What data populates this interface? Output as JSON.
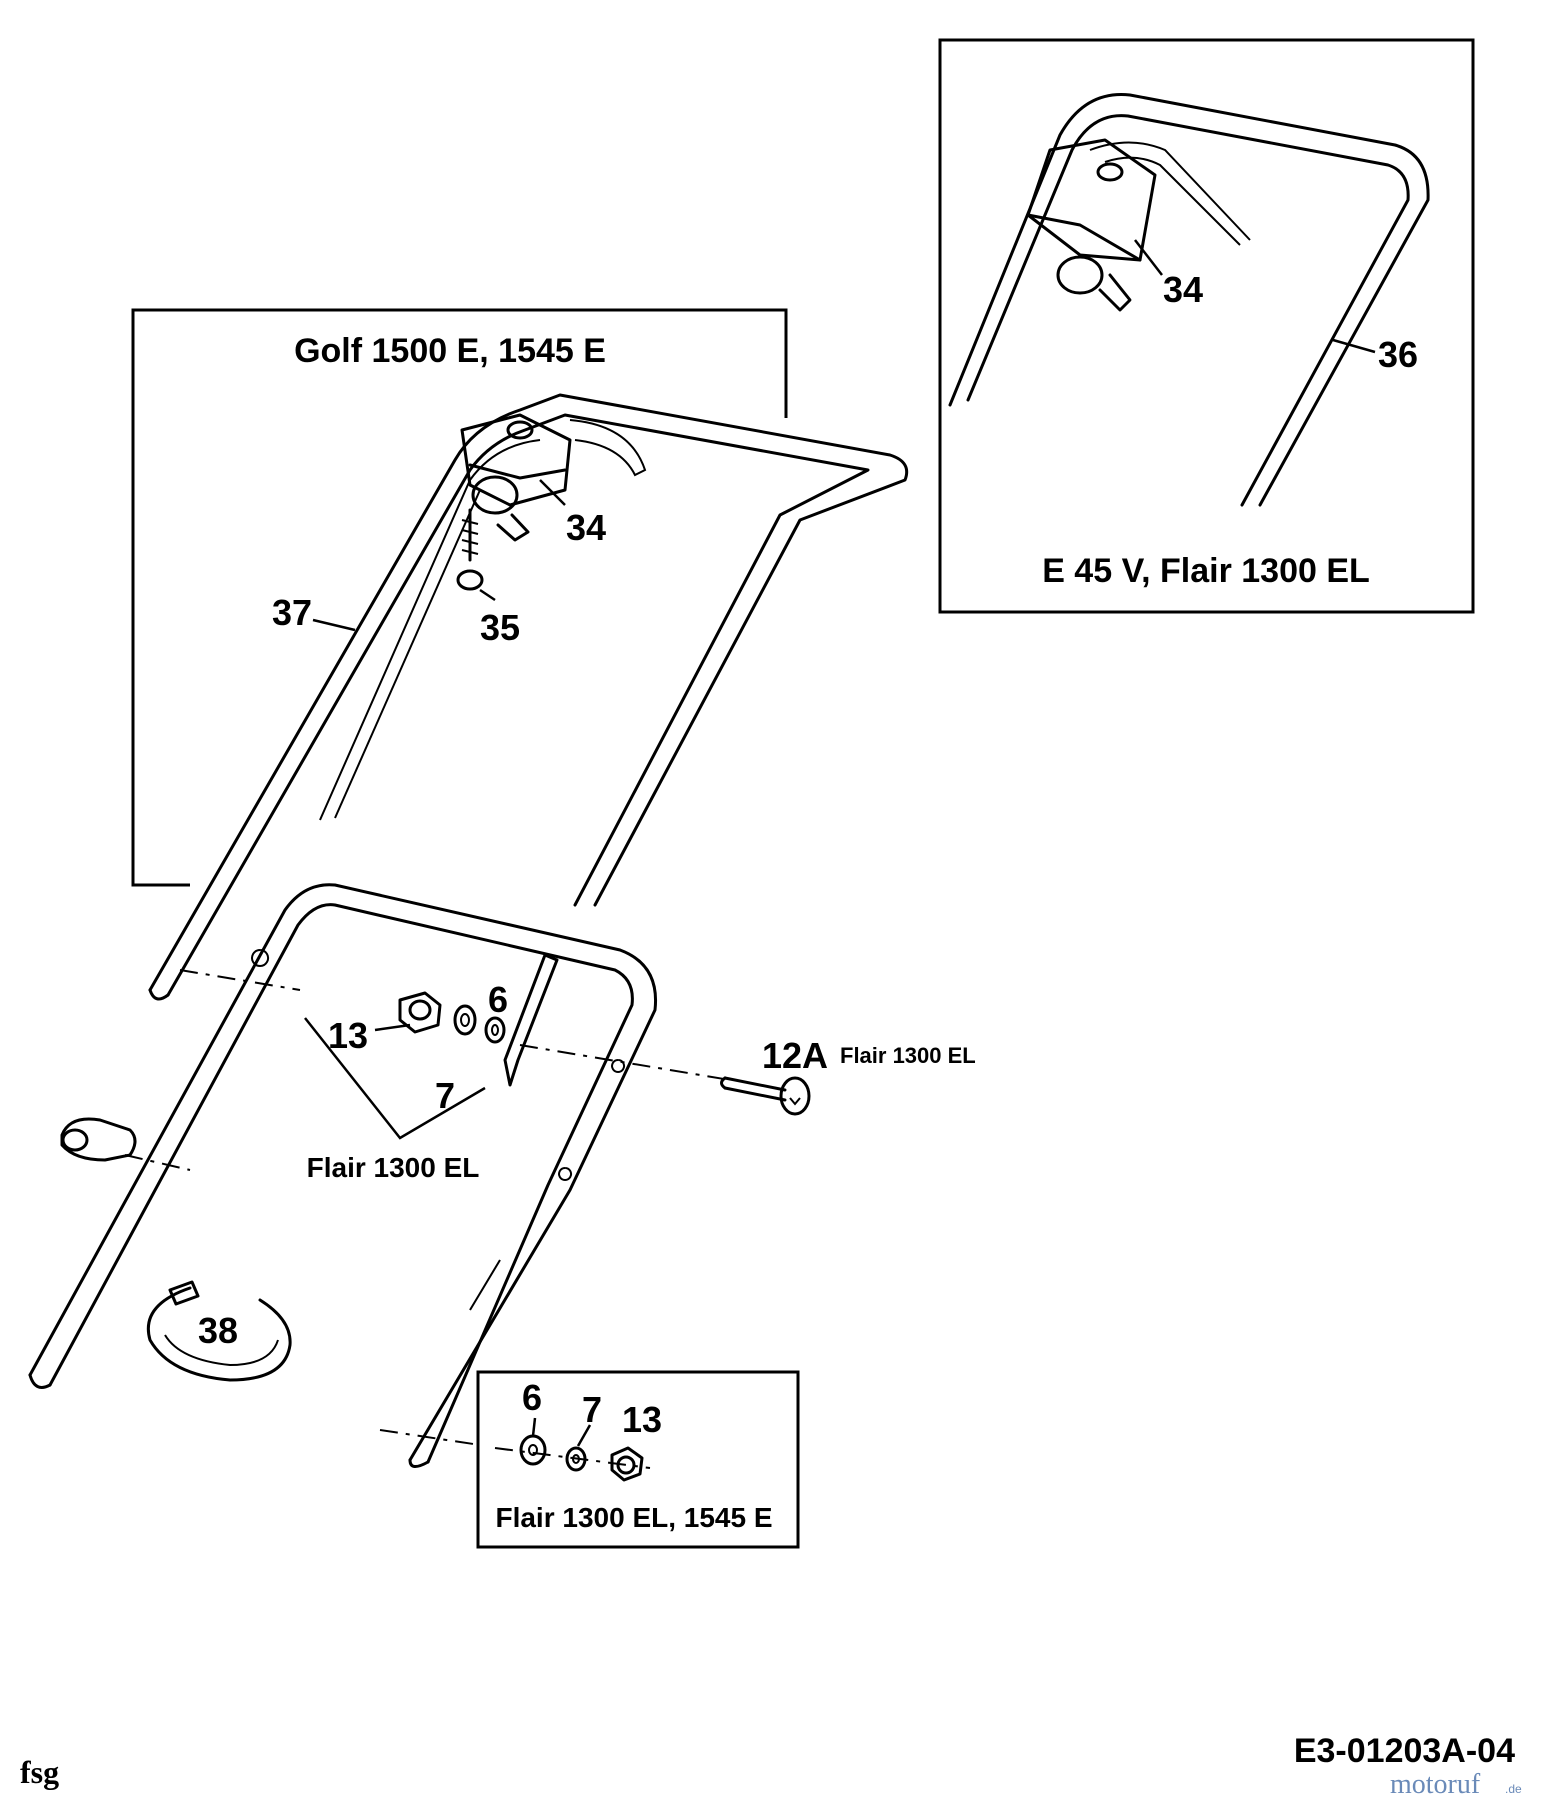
{
  "inset_top_left": {
    "caption": "Golf 1500 E, 1545 E"
  },
  "inset_top_right": {
    "caption": "E 45 V, Flair 1300 EL"
  },
  "inset_bottom": {
    "caption": "Flair 1300 EL, 1545 E"
  },
  "parts": {
    "p34_left": "34",
    "p34_right": "34",
    "p35": "35",
    "p36": "36",
    "p37": "37",
    "p13_upper": "13",
    "p7_upper": "7",
    "p6_upper": "6",
    "p12a": "12A",
    "p38": "38",
    "p6_lower": "6",
    "p7_lower": "7",
    "p13_lower": "13"
  },
  "notes": {
    "flair_12a": "Flair 1300 EL",
    "flair_upper": "Flair 1300 EL"
  },
  "footer": {
    "left_mark": "fsg",
    "diagram_code": "E3-01203A-04",
    "watermark": "motoruf.de"
  }
}
